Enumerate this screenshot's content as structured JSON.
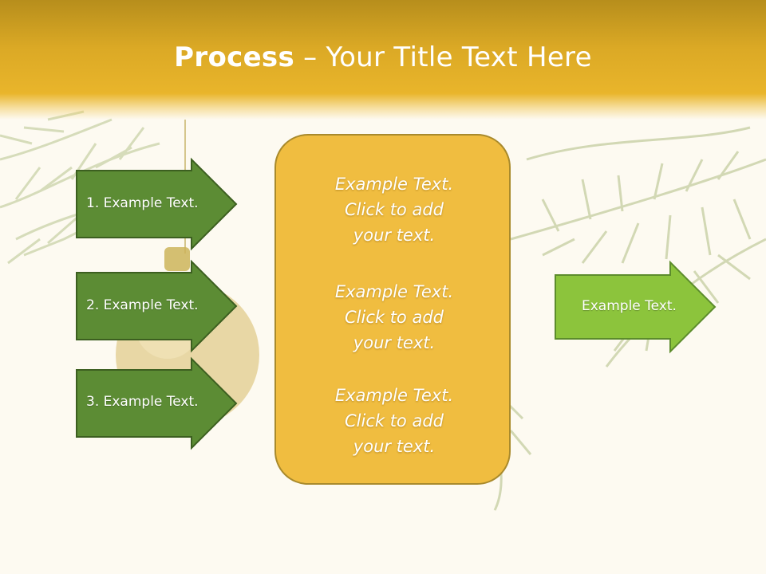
{
  "title": {
    "bold": "Process",
    "rest": " – Your Title Text Here"
  },
  "left_arrows": [
    {
      "label": "1. Example Text."
    },
    {
      "label": "2. Example Text."
    },
    {
      "label": "3. Example Text."
    }
  ],
  "center_box": {
    "blocks": [
      {
        "line1": "Example Text.",
        "line2": "Click  to add",
        "line3": "your text."
      },
      {
        "line1": "Example Text.",
        "line2": "Click  to add",
        "line3": "your text."
      },
      {
        "line1": "Example Text.",
        "line2": "Click  to add",
        "line3": "your text."
      }
    ]
  },
  "right_arrow": {
    "label": "Example Text."
  },
  "colors": {
    "title_bar": "#e9b52b",
    "left_arrow_fill": "#5c8c34",
    "right_arrow_fill": "#8cc43c",
    "center_box_fill": "#f0bd40"
  }
}
